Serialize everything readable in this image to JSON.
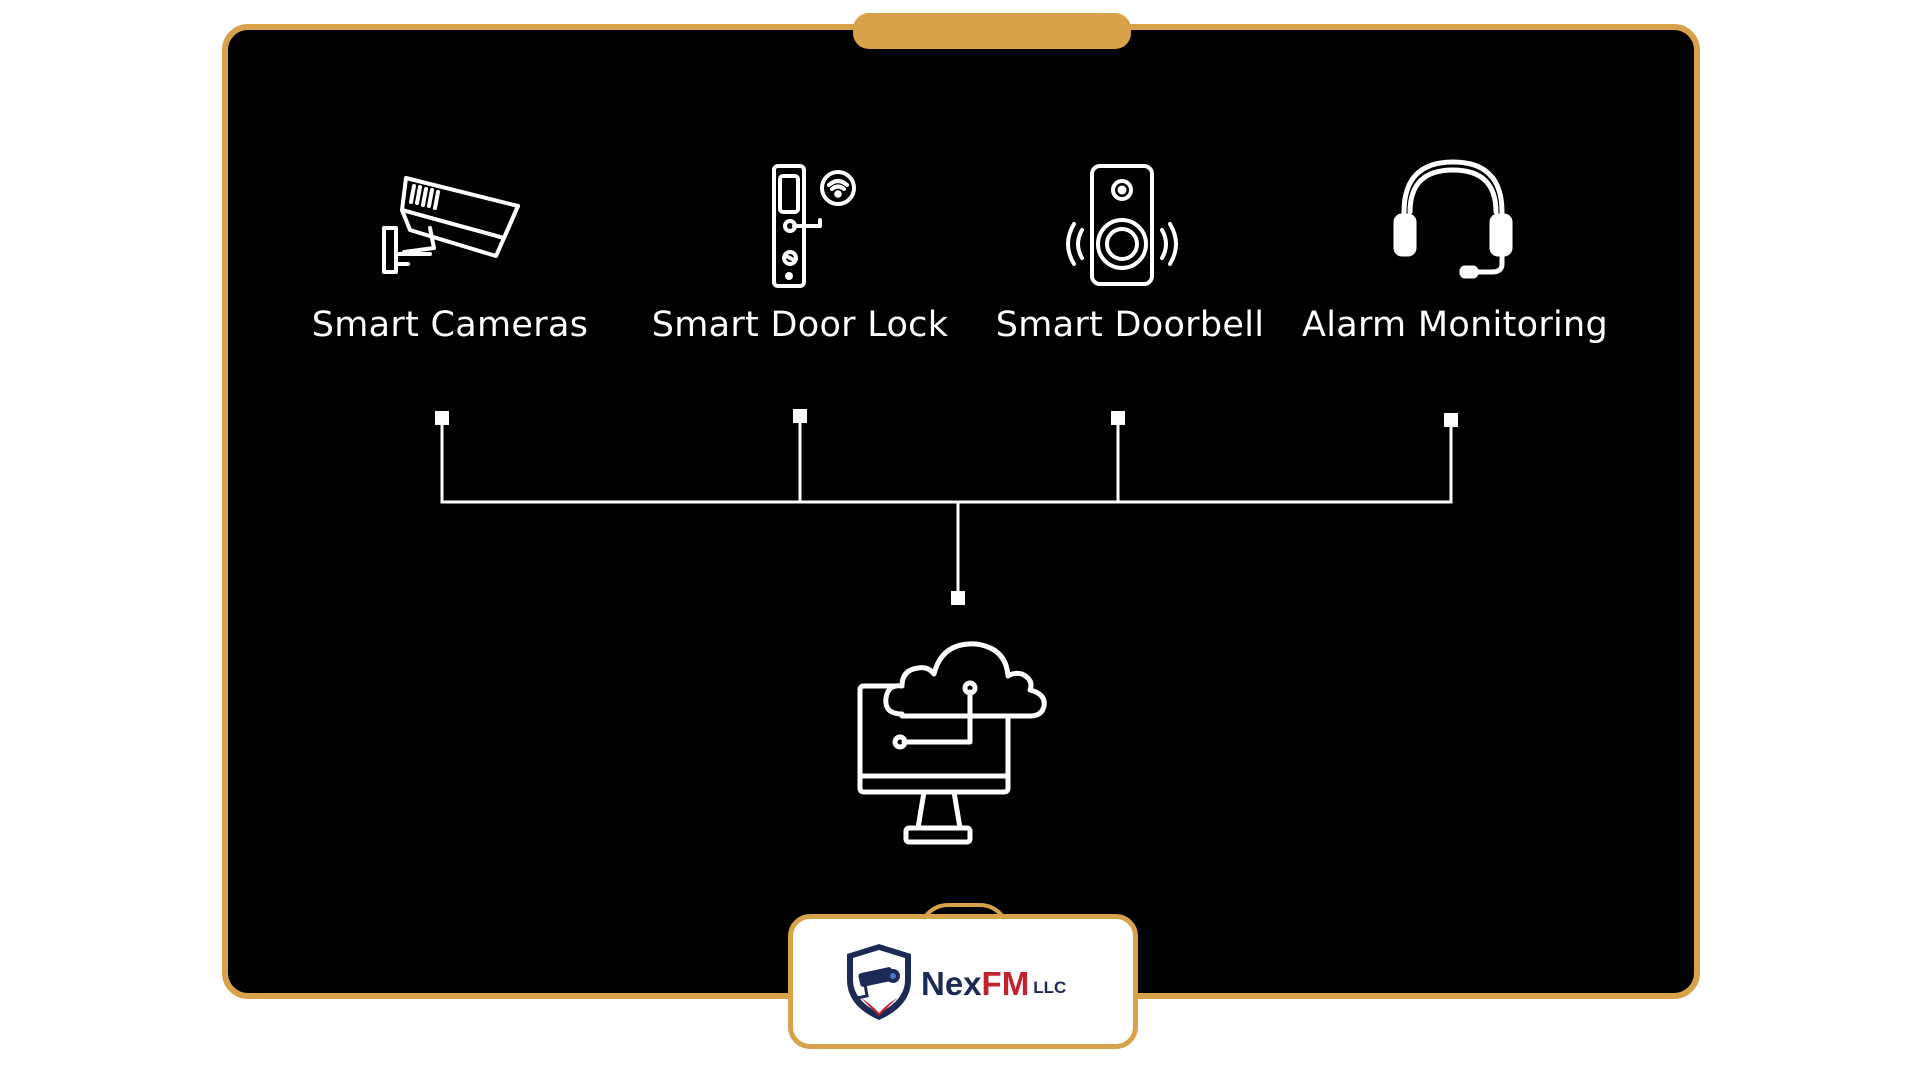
{
  "devices": [
    {
      "label": "Smart Cameras",
      "icon": "security-camera-icon"
    },
    {
      "label": "Smart Door Lock",
      "icon": "smart-lock-icon"
    },
    {
      "label": "Smart Doorbell",
      "icon": "doorbell-icon"
    },
    {
      "label": "Alarm Monitoring",
      "icon": "headset-icon"
    }
  ],
  "hub": {
    "icon": "cloud-computer-icon"
  },
  "logo": {
    "name_part1": "Nex",
    "name_part2": "FM",
    "suffix": "LLC"
  },
  "colors": {
    "background": "#000000",
    "frame": "#d8a24a",
    "lines": "#ffffff",
    "logo_navy": "#1c2a55",
    "logo_red": "#c4212e"
  }
}
